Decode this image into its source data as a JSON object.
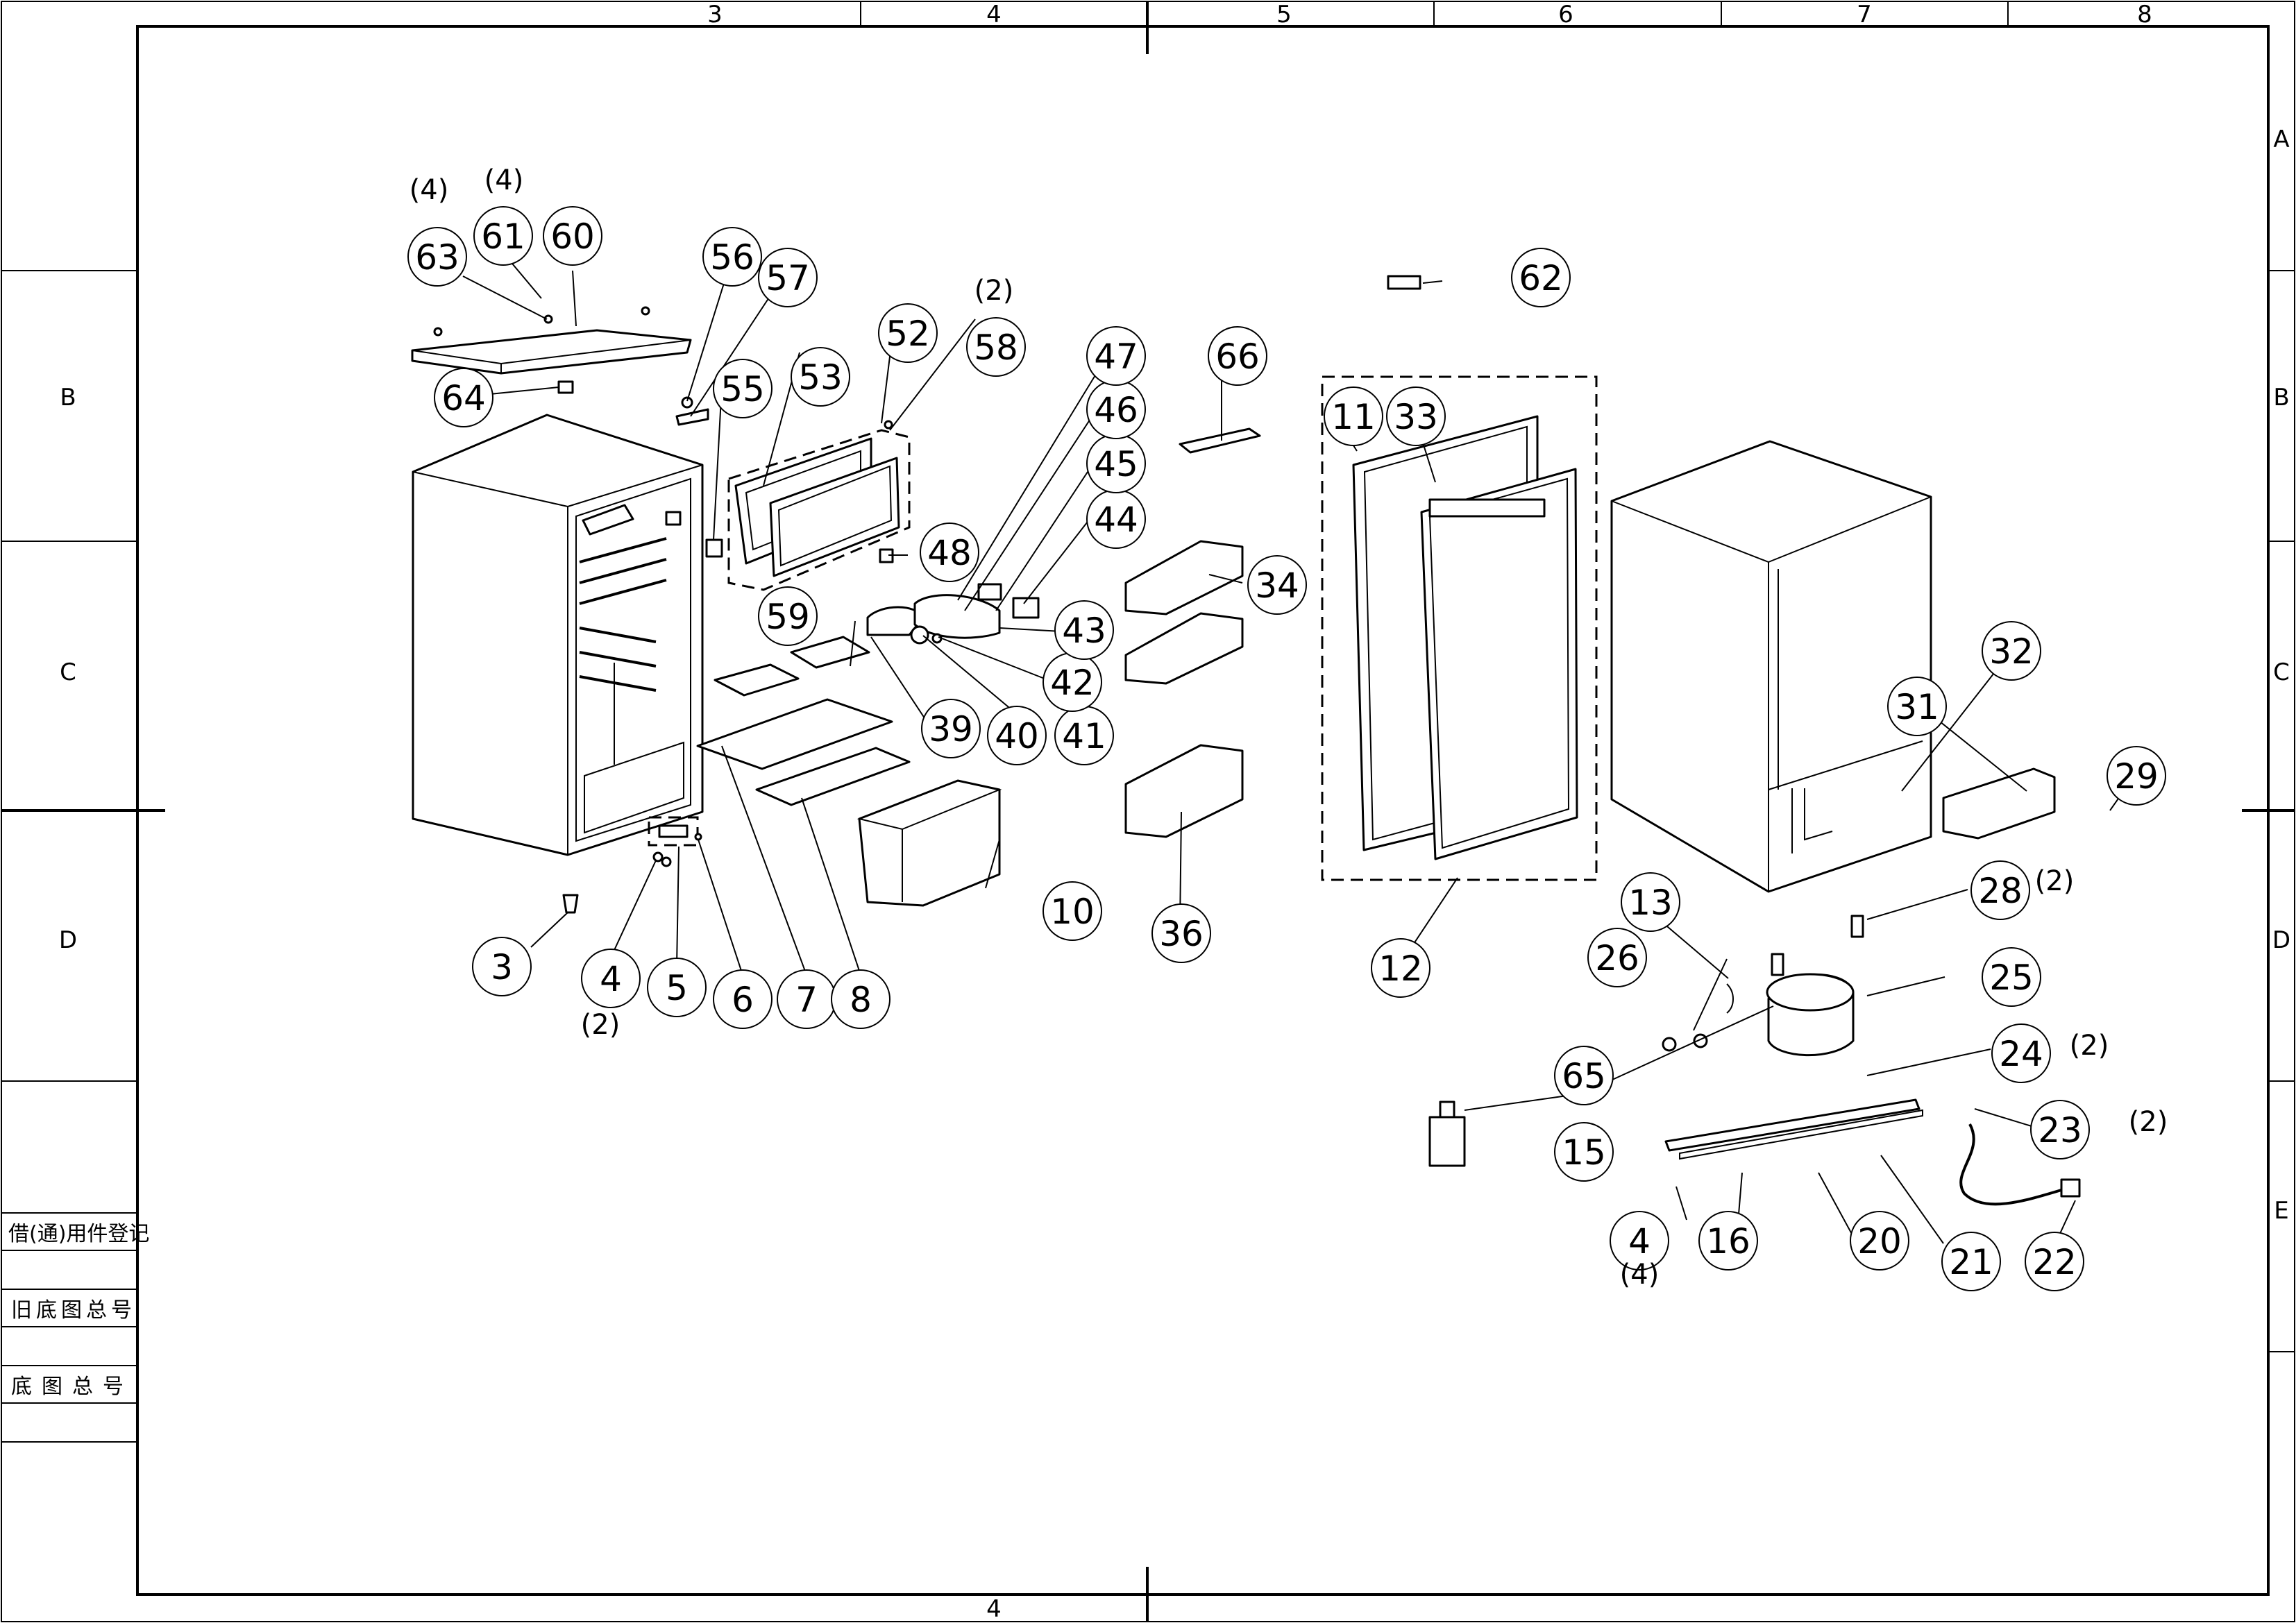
{
  "frame": {
    "columns": [
      "3",
      "4",
      "5",
      "6",
      "7",
      "8"
    ],
    "rows": [
      "A",
      "B",
      "C",
      "D",
      "E"
    ],
    "bottom_zone": "4"
  },
  "title_block": {
    "borrowed_register": "借(通)用件登记",
    "old_master_no": "旧底图总号",
    "master_no": "底图总号"
  },
  "callouts": [
    {
      "id": "c3",
      "num": "3"
    },
    {
      "id": "c4",
      "num": "4",
      "qty": "(2)"
    },
    {
      "id": "c5",
      "num": "5"
    },
    {
      "id": "c6",
      "num": "6"
    },
    {
      "id": "c7",
      "num": "7"
    },
    {
      "id": "c8",
      "num": "8"
    },
    {
      "id": "c10",
      "num": "10"
    },
    {
      "id": "c11",
      "num": "11"
    },
    {
      "id": "c12",
      "num": "12"
    },
    {
      "id": "c13",
      "num": "13"
    },
    {
      "id": "c15",
      "num": "15"
    },
    {
      "id": "c16",
      "num": "16"
    },
    {
      "id": "c20",
      "num": "20"
    },
    {
      "id": "c21",
      "num": "21"
    },
    {
      "id": "c22",
      "num": "22"
    },
    {
      "id": "c23",
      "num": "23",
      "qty": "(2)"
    },
    {
      "id": "c24",
      "num": "24",
      "qty": "(2)"
    },
    {
      "id": "c25",
      "num": "25"
    },
    {
      "id": "c26",
      "num": "26"
    },
    {
      "id": "c28",
      "num": "28",
      "qty": "(2)"
    },
    {
      "id": "c29",
      "num": "29"
    },
    {
      "id": "c31",
      "num": "31"
    },
    {
      "id": "c32",
      "num": "32"
    },
    {
      "id": "c33",
      "num": "33"
    },
    {
      "id": "c34",
      "num": "34"
    },
    {
      "id": "c36",
      "num": "36"
    },
    {
      "id": "c39",
      "num": "39"
    },
    {
      "id": "c40",
      "num": "40"
    },
    {
      "id": "c41",
      "num": "41"
    },
    {
      "id": "c42",
      "num": "42"
    },
    {
      "id": "c43",
      "num": "43"
    },
    {
      "id": "c44",
      "num": "44"
    },
    {
      "id": "c45",
      "num": "45"
    },
    {
      "id": "c46",
      "num": "46"
    },
    {
      "id": "c47",
      "num": "47"
    },
    {
      "id": "c48",
      "num": "48"
    },
    {
      "id": "c52",
      "num": "52"
    },
    {
      "id": "c53",
      "num": "53"
    },
    {
      "id": "c55",
      "num": "55"
    },
    {
      "id": "c56",
      "num": "56"
    },
    {
      "id": "c57",
      "num": "57"
    },
    {
      "id": "c58",
      "num": "58",
      "qty": "(2)"
    },
    {
      "id": "c59",
      "num": "59"
    },
    {
      "id": "c60",
      "num": "60"
    },
    {
      "id": "c61",
      "num": "61",
      "qty": "(4)"
    },
    {
      "id": "c62",
      "num": "62"
    },
    {
      "id": "c63",
      "num": "63",
      "qty": "(4)"
    },
    {
      "id": "c64",
      "num": "64"
    },
    {
      "id": "c65",
      "num": "65"
    },
    {
      "id": "c66",
      "num": "66"
    },
    {
      "id": "c4b",
      "num": "4",
      "qty": "(4)"
    }
  ]
}
